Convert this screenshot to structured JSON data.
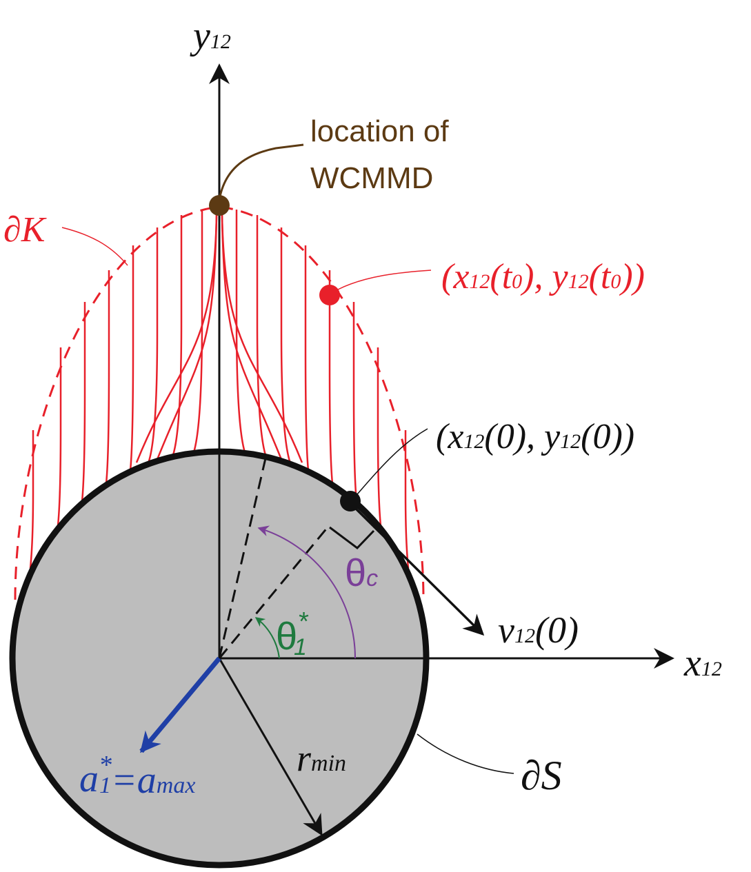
{
  "colors": {
    "red": "#e8202a",
    "black": "#111111",
    "gray_fill": "#bdbdbd",
    "brown": "#5c3a13",
    "purple": "#7a3f98",
    "green": "#1f7a3f",
    "blue": "#1f3fa6"
  },
  "labels": {
    "y_axis": {
      "main": "y",
      "sub": "12"
    },
    "x_axis": {
      "main": "x",
      "sub": "12"
    },
    "location_line1": "location of",
    "location_line2": "WCMMD",
    "boundary_K": "∂K",
    "boundary_S": "∂S",
    "point_t0": {
      "open": "(x",
      "sub1": "12",
      "mid1": "(t",
      "sub2": "0",
      "mid2": "), y",
      "sub3": "12",
      "mid3": "(t",
      "sub4": "0",
      "close": "))"
    },
    "point_0": {
      "open": "(x",
      "sub1": "12",
      "mid1": "(0), y",
      "sub2": "12",
      "close": "(0))"
    },
    "velocity": {
      "main": "v",
      "sub": "12",
      "tail": "(0)"
    },
    "theta_c": {
      "main": "θ",
      "sub": "c"
    },
    "theta_1": {
      "main": "θ",
      "sub": "1",
      "sup": "*"
    },
    "r_min": {
      "main": "r",
      "sub": "min"
    },
    "a_label": {
      "main": "a",
      "sub": "1",
      "sup": "*",
      "eq": "=a",
      "sub2": "max"
    }
  },
  "icons": {
    "wcmmd_point": "filled-circle-brown",
    "t0_point": "filled-circle-red",
    "initial_point": "filled-circle-black"
  }
}
